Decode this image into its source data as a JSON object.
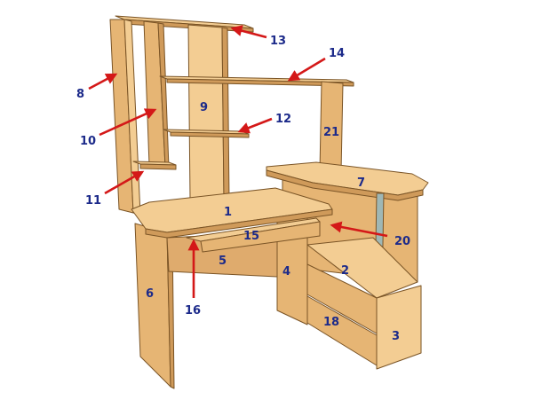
{
  "colors": {
    "wood_light": "#f3cd93",
    "wood_mid": "#e6b574",
    "wood_dark": "#cf9a5a",
    "edge": "#7a5426",
    "arrow": "#d41818",
    "label": "#1c2a8a",
    "leg": "#9fb7b5"
  },
  "labels": {
    "l1": "1",
    "l2": "2",
    "l3": "3",
    "l4": "4",
    "l5": "5",
    "l6": "6",
    "l7": "7",
    "l8": "8",
    "l9": "9",
    "l10": "10",
    "l11": "11",
    "l12": "12",
    "l13": "13",
    "l14": "14",
    "l15": "15",
    "l16": "16",
    "l18": "18",
    "l20": "20",
    "l21": "21"
  }
}
